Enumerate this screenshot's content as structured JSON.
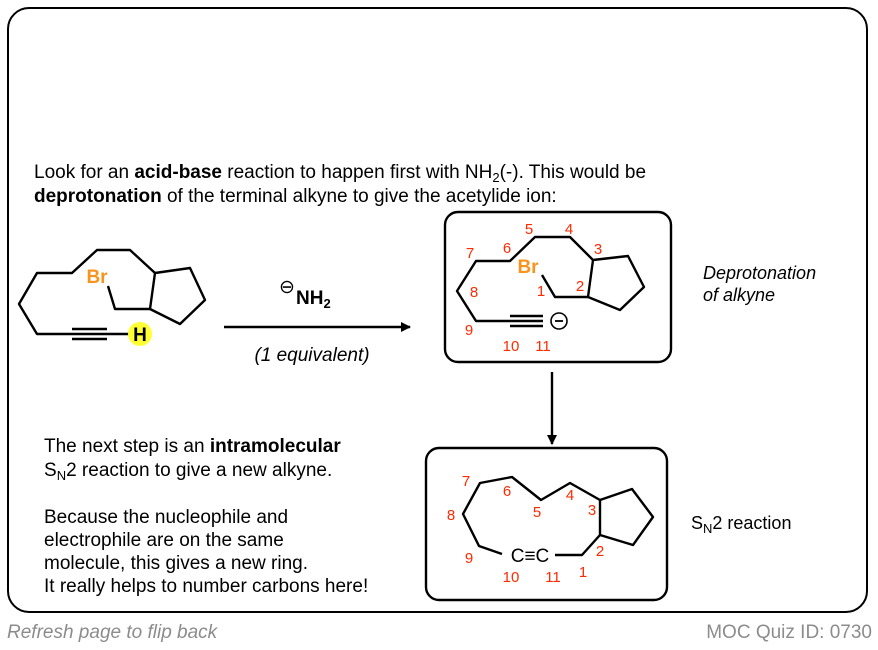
{
  "intro": {
    "line1_pre": "Look for an ",
    "line1_bold": "acid-base",
    "line1_mid": " reaction to happen first with NH",
    "line1_sub": "2",
    "line1_post": "(-). This would be",
    "line2_bold": "deprotonation",
    "line2_post": " of the terminal alkyne to give the acetylide ion:"
  },
  "reagent": {
    "charge_symbol": "⊖",
    "formula": "NH",
    "formula_sub": "2",
    "condition": "(1 equivalent)"
  },
  "starting_material": {
    "bromine_label": "Br",
    "hydrogen_label": "H",
    "highlight_color": "#ffff33"
  },
  "acetylide": {
    "bromine_label": "Br",
    "charge_symbol": "⊖",
    "carbon_numbers": [
      "1",
      "2",
      "3",
      "4",
      "5",
      "6",
      "7",
      "8",
      "9",
      "10",
      "11"
    ]
  },
  "product": {
    "alkyne_text": "C≡C",
    "carbon_numbers": [
      "1",
      "2",
      "3",
      "4",
      "5",
      "6",
      "7",
      "8",
      "9",
      "10",
      "11"
    ]
  },
  "side_labels": {
    "deprotonation_line1": "Deprotonation",
    "deprotonation_line2": "of alkyne",
    "sn2_pre": "S",
    "sn2_sub": "N",
    "sn2_post": "2 reaction"
  },
  "explanation": {
    "p1_pre": "The next step is an ",
    "p1_bold": "intramolecular",
    "p1_l2_pre": "S",
    "p1_l2_sub": "N",
    "p1_l2_post": "2 reaction to give a new alkyne.",
    "p2_lines": [
      "Because the nucleophile and",
      "electrophile are on the same",
      "molecule, this gives a new ring.",
      "It really helps to number carbons here!"
    ]
  },
  "footer": {
    "left": "Refresh page to flip back",
    "right": "MOC Quiz ID: 0730"
  },
  "colors": {
    "number_red": "#ff2a00",
    "bromine_orange": "#f7941d",
    "footer_gray": "#8c8c8c"
  }
}
